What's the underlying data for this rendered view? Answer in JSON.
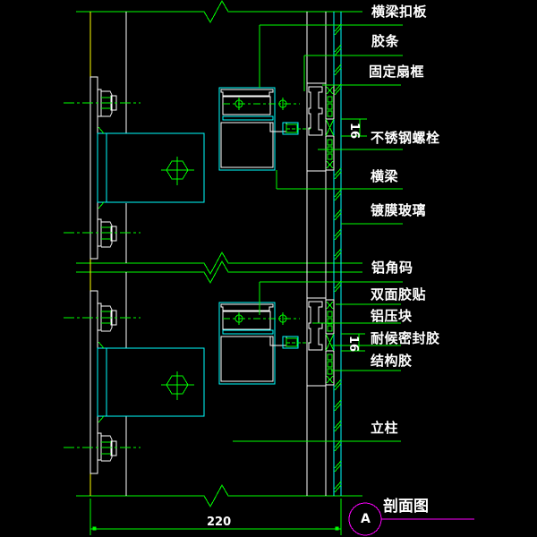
{
  "drawing": {
    "title": "剖面图",
    "section_mark": "A",
    "colors": {
      "background": "#000000",
      "line_green": "#00ff00",
      "line_white": "#ffffff",
      "line_cyan": "#00ffff",
      "line_yellow": "#ffff00",
      "section_magenta": "#ff00ff",
      "text": "#ffffff"
    },
    "labels": [
      "横梁扣板",
      "胶条",
      "固定扇框",
      "不锈钢螺栓",
      "横梁",
      "镀膜玻璃",
      "铝角码",
      "双面胶贴",
      "铝压块",
      "耐候密封胶",
      "结构胶",
      "立柱"
    ],
    "dimensions": {
      "overall_width": "220",
      "joint_top": "16",
      "joint_bottom": "16"
    }
  }
}
